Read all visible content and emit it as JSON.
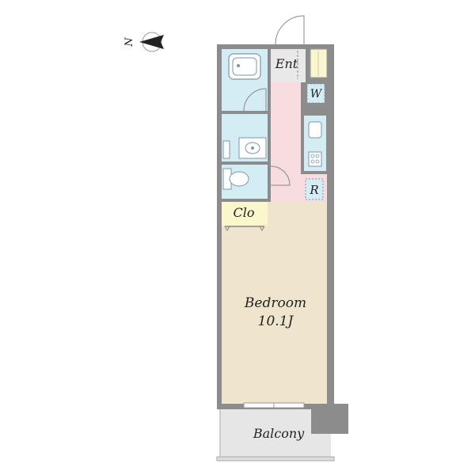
{
  "compass": {
    "north_label": "N",
    "icon": "north-arrow-icon"
  },
  "rooms": {
    "entrance": "Ent",
    "washer": "W",
    "refrigerator": "R",
    "closet": "Clo",
    "bedroom": "Bedroom",
    "bedroom_size": "10.1J",
    "balcony": "Balcony"
  },
  "colors": {
    "bedroom": "#efe4cc",
    "wet_area": "#d4ecf3",
    "hallway": "#f8dde0",
    "closet": "#fbf7cc",
    "balcony": "#e6e6e6",
    "wall": "#8c8c8c",
    "shaft": "#8c8c8c",
    "entrance_floor": "#e9e9e9"
  }
}
